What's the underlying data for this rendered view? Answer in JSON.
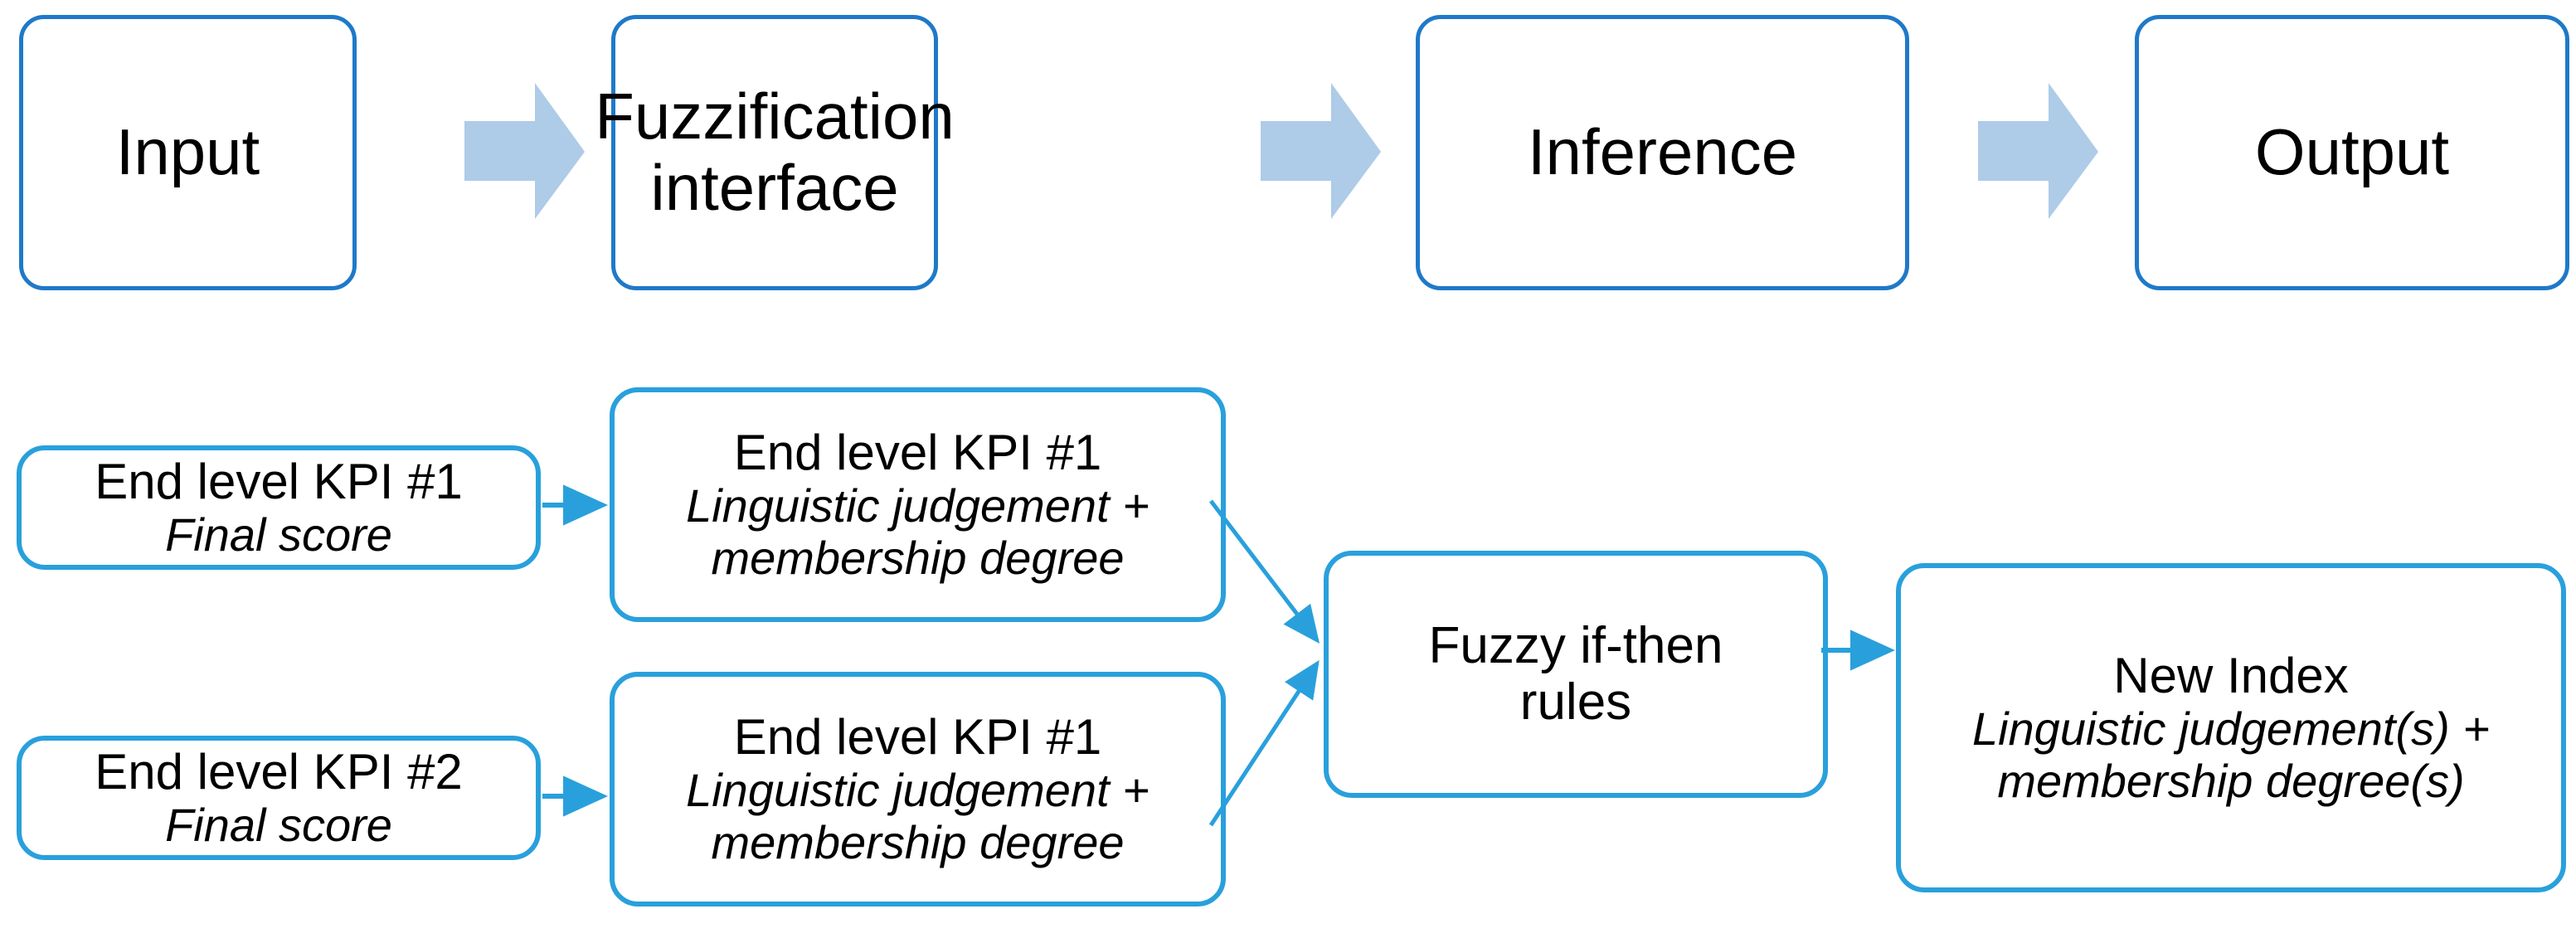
{
  "diagram": {
    "title": "Fuzzy inference system process flow",
    "background_color": "#ffffff",
    "stage_border_color": "#1f79c8",
    "data_border_color": "#29a0dc",
    "block_arrow_color": "#aecbe8",
    "connector_color": "#29a0dc",
    "text_color": "#000000"
  },
  "stage_row": {
    "stages": [
      {
        "label": "Input"
      },
      {
        "label_line1": "Fuzzification",
        "label_line2": "interface"
      },
      {
        "label": "Inference"
      },
      {
        "label": "Output"
      }
    ],
    "arrows": [
      {
        "name": "block-arrow-input-to-fuzzification"
      },
      {
        "name": "block-arrow-fuzzification-to-inference"
      },
      {
        "name": "block-arrow-inference-to-output"
      }
    ]
  },
  "detail_row": {
    "inputs": [
      {
        "title": "End level KPI #1",
        "subtitle": "Final score"
      },
      {
        "title": "End level KPI #2",
        "subtitle": "Final score"
      }
    ],
    "fuzzified": [
      {
        "title": "End level KPI #1",
        "subtitle_line1": "Linguistic judgement +",
        "subtitle_line2": "membership degree"
      },
      {
        "title": "End level KPI #1",
        "subtitle_line1": "Linguistic judgement +",
        "subtitle_line2": "membership degree"
      }
    ],
    "rules": {
      "label_line1": "Fuzzy if-then",
      "label_line2": "rules"
    },
    "output": {
      "title": "New Index",
      "subtitle_line1": "Linguistic judgement(s) +",
      "subtitle_line2": "membership degree(s)"
    },
    "connectors": [
      {
        "name": "arrow-kpi1-to-fuzzified1"
      },
      {
        "name": "arrow-kpi2-to-fuzzified2"
      },
      {
        "name": "arrow-fuzzified1-to-rules"
      },
      {
        "name": "arrow-fuzzified2-to-rules"
      },
      {
        "name": "arrow-rules-to-new-index"
      }
    ]
  }
}
